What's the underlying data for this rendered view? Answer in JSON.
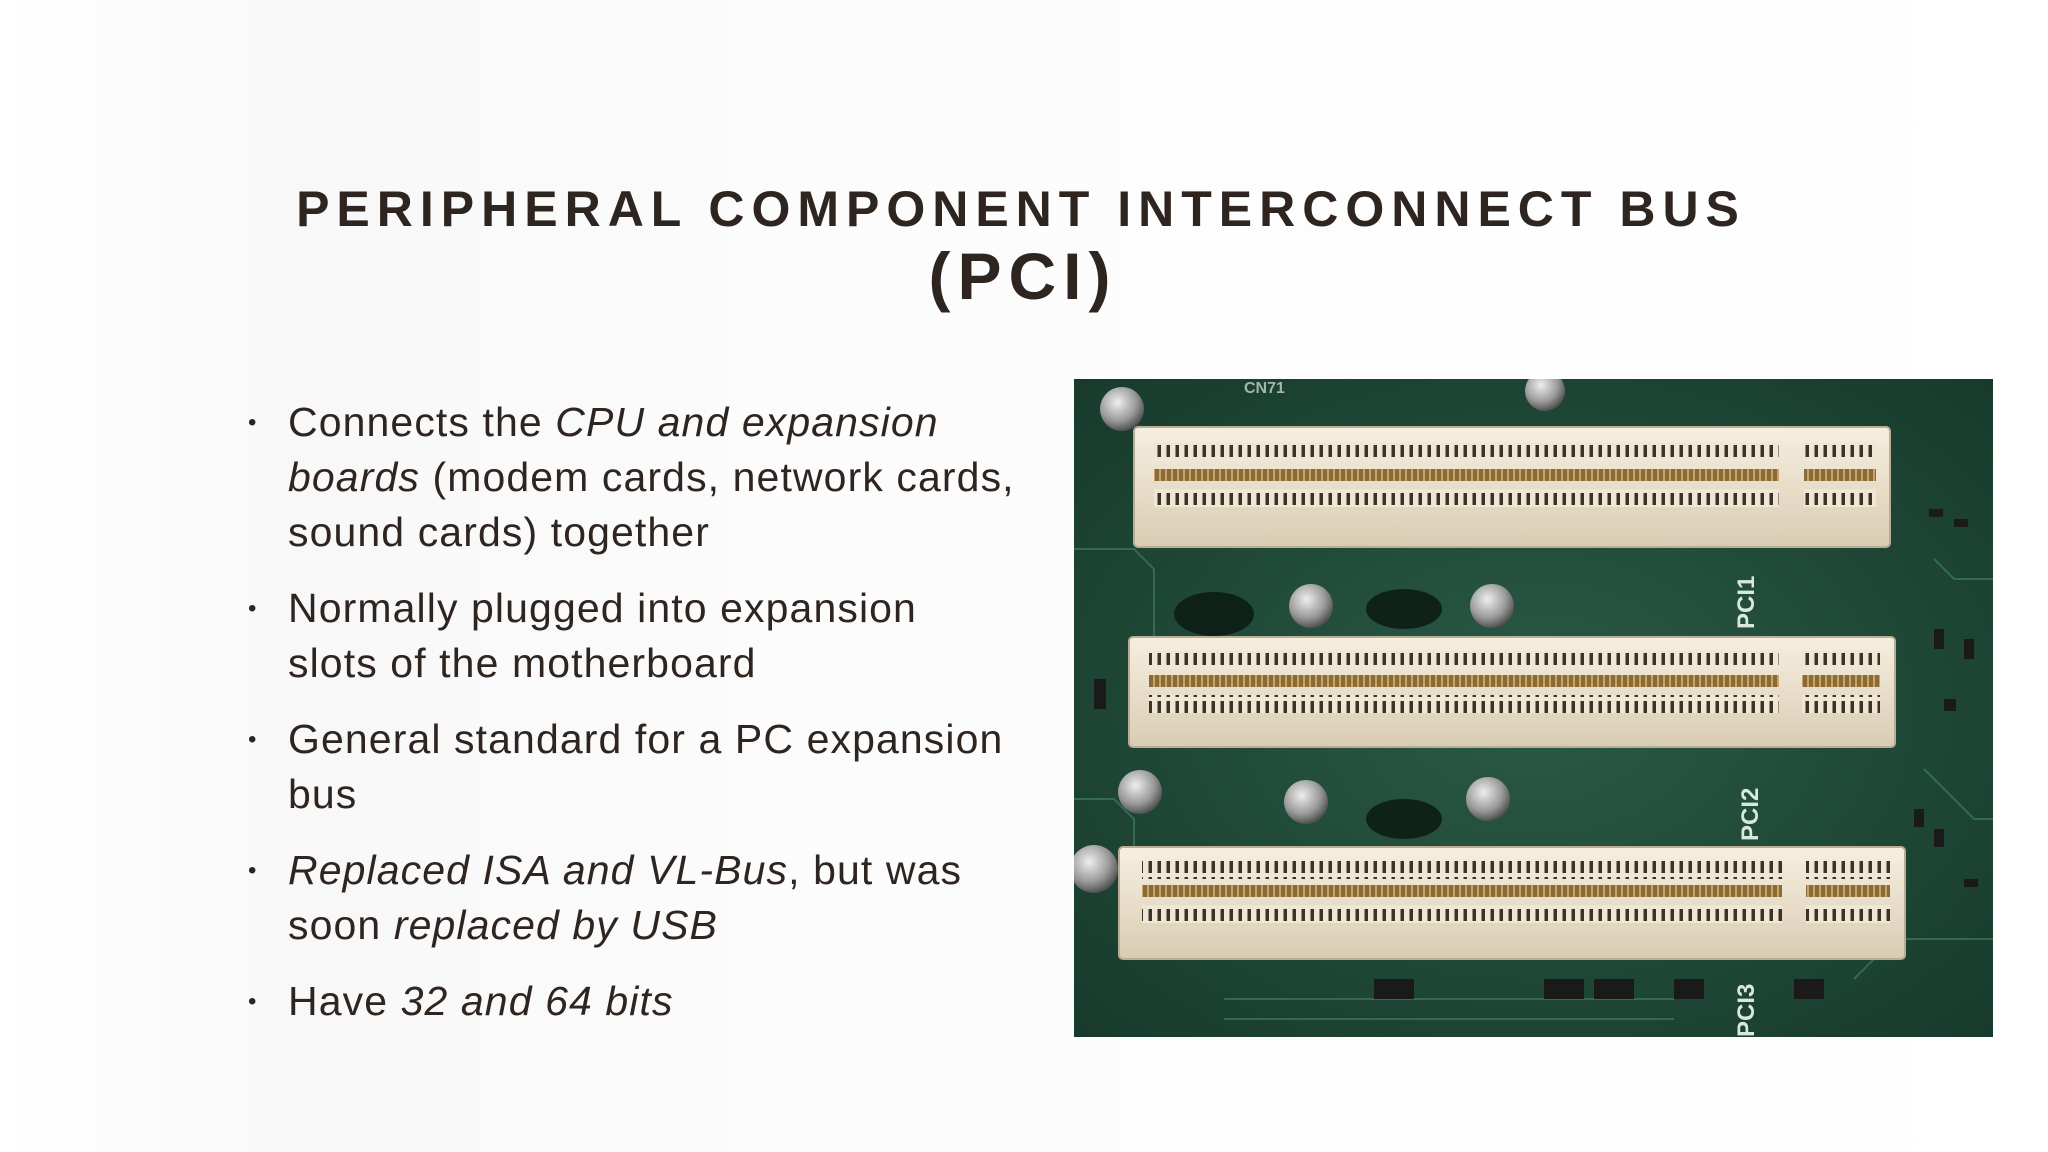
{
  "slide": {
    "title_line1": "PERIPHERAL COMPONENT INTERCONNECT BUS",
    "title_line2": "(PCI)",
    "bullet_symbol": "•",
    "bullets": [
      {
        "parts": [
          "Connects the ",
          "CPU and expansion boards",
          " (modem cards, network cards, sound cards) together"
        ]
      },
      {
        "parts": [
          "Normally plugged into expansion slots of the motherboard"
        ]
      },
      {
        "parts": [
          "General standard for a PC expansion bus"
        ]
      },
      {
        "parts": [
          "Replaced ISA and VL-Bus",
          ", but was soon ",
          "replaced by USB"
        ]
      },
      {
        "parts": [
          "Have ",
          "32 and 64 bits"
        ]
      }
    ],
    "board_labels": [
      "PCI1",
      "PCI2",
      "PCI3",
      "CN71"
    ]
  },
  "colors": {
    "text": "#2f2520",
    "board_green": "#1f4a38",
    "slot_ivory": "#efe6d4"
  }
}
